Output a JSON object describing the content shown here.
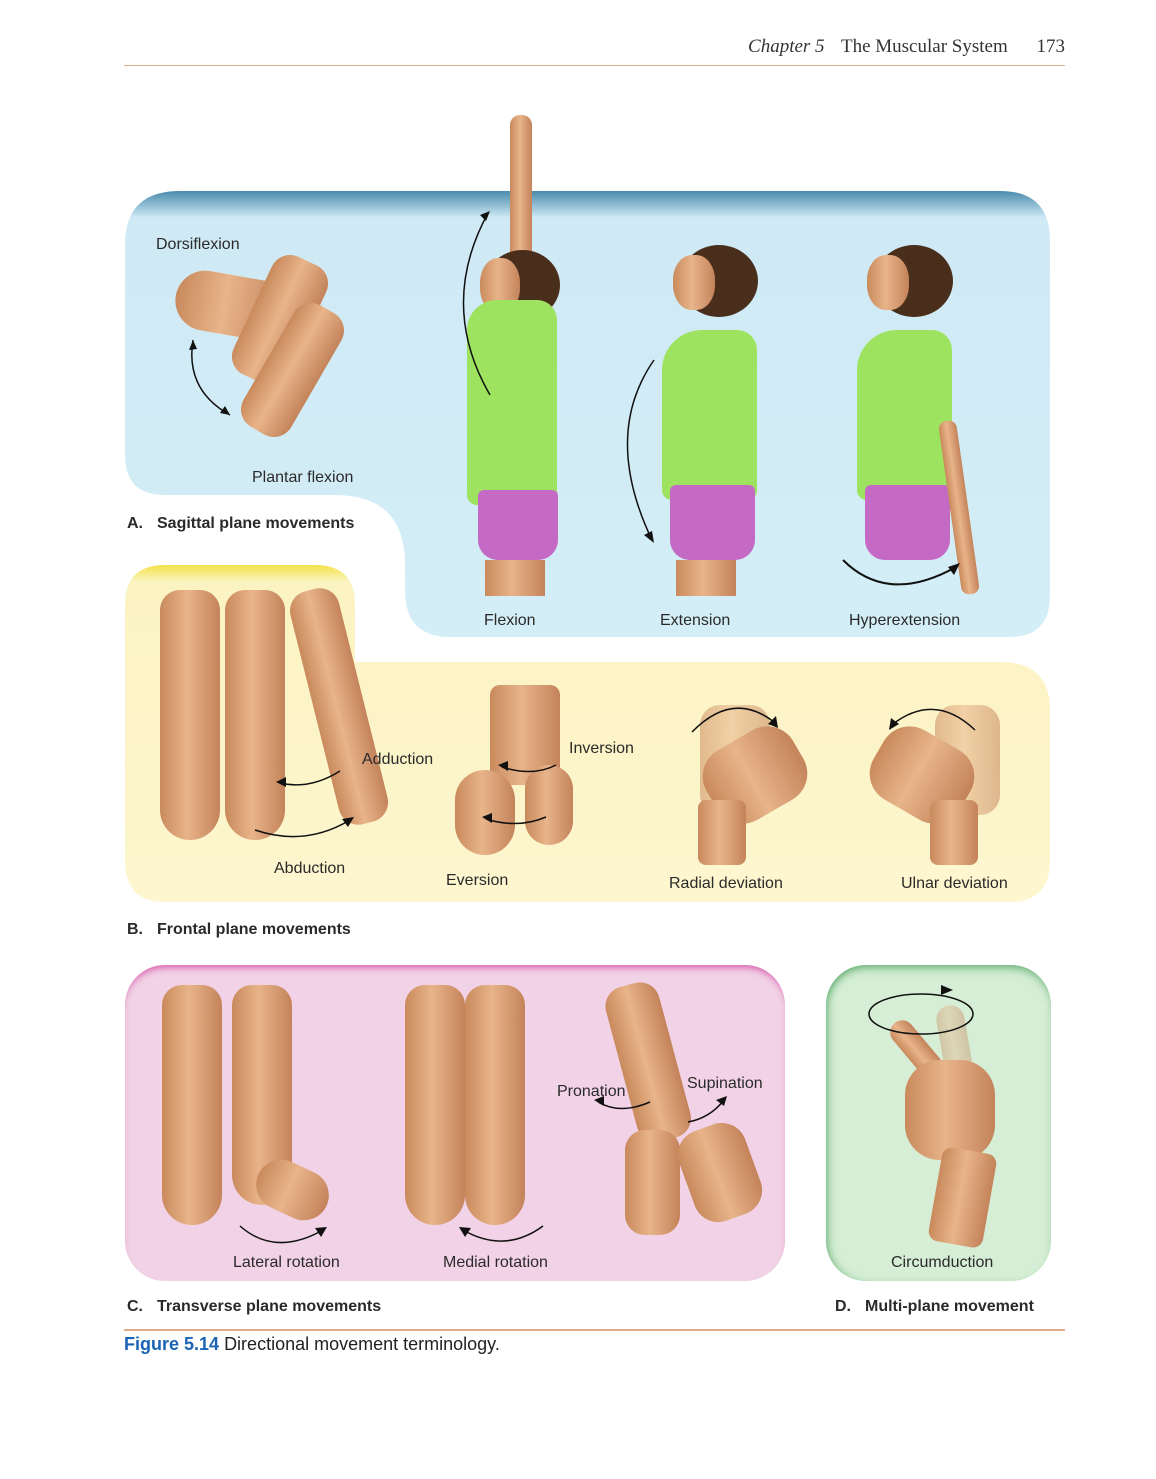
{
  "header": {
    "chapter": "Chapter 5",
    "title": "The Muscular System",
    "page_number": "173"
  },
  "panels": {
    "sagittal": {
      "caption_letter": "A.",
      "caption": "Sagittal plane movements",
      "bg_color": "#d4eef7",
      "labels": {
        "dorsiflexion": "Dorsiflexion",
        "plantar_flexion": "Plantar flexion",
        "flexion": "Flexion",
        "extension": "Extension",
        "hyperextension": "Hyperextension"
      }
    },
    "frontal": {
      "caption_letter": "B.",
      "caption": "Frontal plane movements",
      "bg_color": "#fdf6cf",
      "labels": {
        "adduction": "Adduction",
        "abduction": "Abduction",
        "inversion": "Inversion",
        "eversion": "Eversion",
        "radial_deviation": "Radial deviation",
        "ulnar_deviation": "Ulnar deviation"
      }
    },
    "transverse": {
      "caption_letter": "C.",
      "caption": "Transverse plane movements",
      "bg_color": "#f1d2e6",
      "labels": {
        "lateral_rotation": "Lateral rotation",
        "medial_rotation": "Medial rotation",
        "pronation": "Pronation",
        "supination": "Supination"
      }
    },
    "multiplane": {
      "caption_letter": "D.",
      "caption": "Multi-plane movement",
      "bg_color": "#d5eed5",
      "labels": {
        "circumduction": "Circumduction"
      }
    }
  },
  "figure": {
    "number": "Figure 5.14",
    "caption": "Directional movement terminology."
  },
  "colors": {
    "rule": "#e0ab8a",
    "figure_number": "#1b63b5"
  }
}
